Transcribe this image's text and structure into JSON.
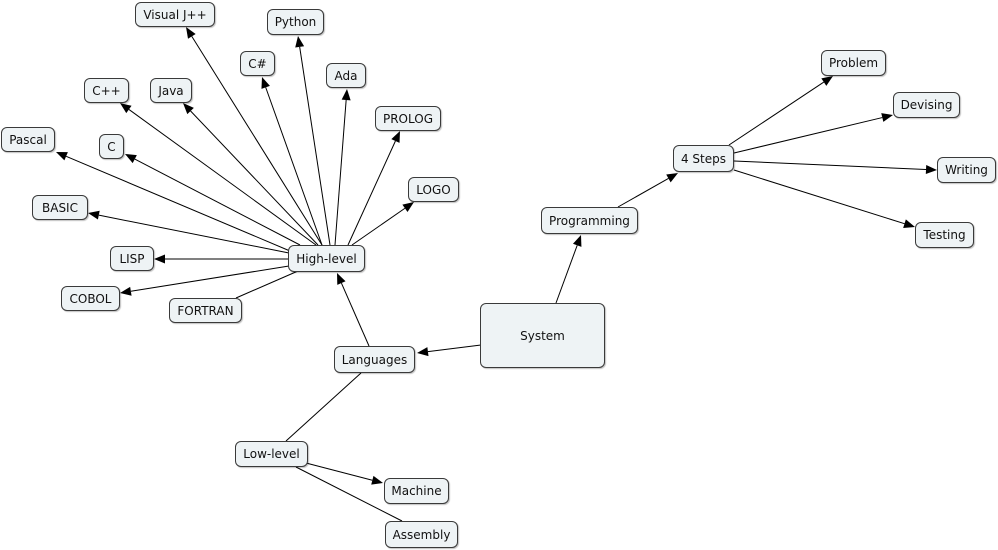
{
  "nodes": {
    "system": "System",
    "languages": "Languages",
    "programming": "Programming",
    "high_level": "High-level",
    "low_level": "Low-level",
    "visual_jpp": "Visual J++",
    "python": "Python",
    "csharp": "C#",
    "ada": "Ada",
    "cpp": "C++",
    "java": "Java",
    "prolog": "PROLOG",
    "pascal": "Pascal",
    "c": "C",
    "logo": "LOGO",
    "basic": "BASIC",
    "lisp": "LISP",
    "cobol": "COBOL",
    "fortran": "FORTRAN",
    "machine": "Machine",
    "assembly": "Assembly",
    "four_steps": "4 Steps",
    "problem": "Problem",
    "devising": "Devising",
    "writing": "Writing",
    "testing": "Testing"
  },
  "colors": {
    "node_fill": "#eef3f5",
    "node_border": "#3a3a3a",
    "edge": "#000000"
  }
}
